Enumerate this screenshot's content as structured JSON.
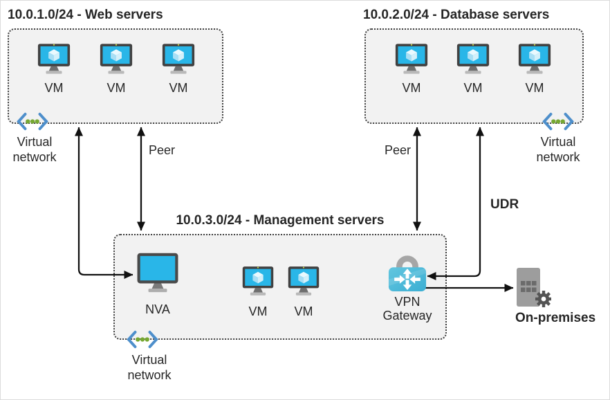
{
  "diagram": {
    "type": "azure-network-topology",
    "subnets": [
      {
        "id": "web",
        "title": "10.0.1.0/24 - Web servers",
        "vms": [
          "VM",
          "VM",
          "VM"
        ],
        "vnet_label": "Virtual network"
      },
      {
        "id": "database",
        "title": "10.0.2.0/24 - Database servers",
        "vms": [
          "VM",
          "VM",
          "VM"
        ],
        "vnet_label": "Virtual network"
      },
      {
        "id": "management",
        "title": "10.0.3.0/24 - Management servers",
        "nva_label": "NVA",
        "vms": [
          "VM",
          "VM"
        ],
        "vpn_gateway_label": "VPN Gateway",
        "vnet_label": "Virtual network"
      }
    ],
    "connections": [
      {
        "id": "web-to-nva",
        "from": "web-subnet",
        "to": "nva",
        "bidirectional": true
      },
      {
        "id": "web-mgmt-peering",
        "from": "web-subnet",
        "to": "management-subnet",
        "label": "Peer",
        "bidirectional": true
      },
      {
        "id": "db-mgmt-peering",
        "from": "database-subnet",
        "to": "management-subnet",
        "label": "Peer",
        "bidirectional": true
      },
      {
        "id": "udr-route",
        "from": "database-subnet",
        "to": "vpn-gateway",
        "label": "UDR",
        "bidirectional": true
      },
      {
        "id": "vpn-to-onprem",
        "from": "vpn-gateway",
        "to": "on-premises",
        "bidirectional": false
      }
    ],
    "on_premises": {
      "label": "On-premises"
    },
    "icons": [
      "vm-icon",
      "nva-monitor-icon",
      "vpn-gateway-lock-icon",
      "virtual-network-icon",
      "on-premises-building-icon"
    ],
    "colors": {
      "box_fill": "#F2F2F2",
      "box_border": "#3F3F3F",
      "vm_screen": "#29B6E8",
      "vnet_bracket": "#4E8FCB",
      "vnet_dot": "#76A832",
      "vpn_gateway_body": "#45B6D8",
      "on_premises_gray": "#9D9D9D",
      "arrow": "#111111",
      "text": "#262626"
    }
  }
}
